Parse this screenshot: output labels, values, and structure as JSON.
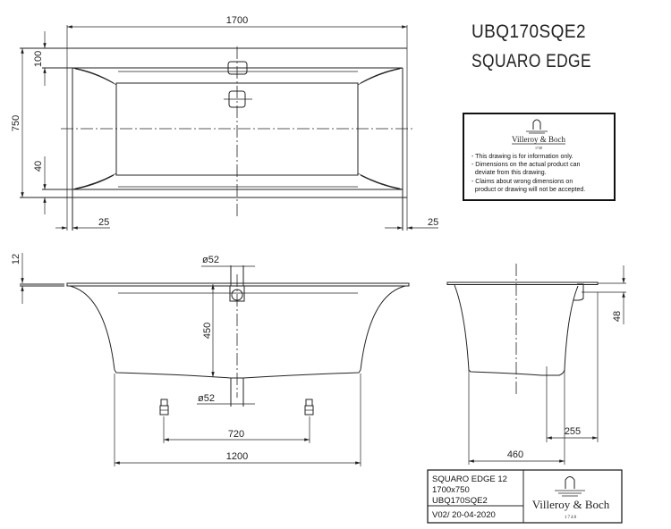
{
  "header": {
    "model_code": "UBQ170SQE2",
    "model_name": "SQUARO EDGE"
  },
  "top_view": {
    "dims": {
      "length": "1700",
      "width": "750",
      "rim_top": "100",
      "rim_bottom": "40",
      "edge_left": "25",
      "edge_right": "25"
    }
  },
  "front_view": {
    "dims": {
      "rim_thickness": "12",
      "overflow_diameter": "ø52",
      "depth": "450",
      "drain_diameter": "ø52",
      "feet_spacing": "720",
      "base_length": "1200"
    }
  },
  "side_view": {
    "dims": {
      "overflow_height": "48",
      "drain_offset": "255",
      "base_width": "460"
    }
  },
  "disclaimer": {
    "brand": "Villeroy & Boch",
    "year": "1748",
    "lines": [
      "- This drawing is for information only.",
      "- Dimensions on the actual product can",
      "  deviate from this drawing.",
      "- Claims about wrong dimensions on",
      "  product or drawing will not be accepted."
    ]
  },
  "title_block": {
    "product": "SQUARO EDGE 12",
    "size": "1700x750",
    "code": "UBQ170SQE2",
    "version": "V02/ 20-04-2020",
    "brand": "Villeroy & Boch",
    "year": "1748"
  }
}
